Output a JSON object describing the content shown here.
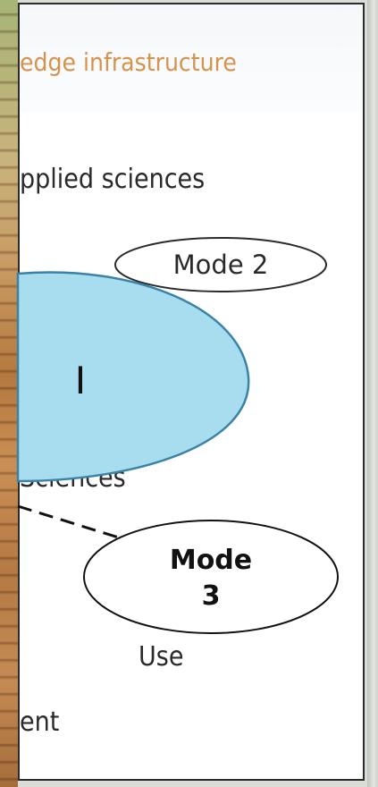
{
  "diagram": {
    "heading": "edge infrastructure",
    "applied_label": "pplied sciences",
    "sciences_label": "Sciences",
    "use_label": "Use",
    "ent_label": "ent",
    "mode2_label": "Mode 2",
    "mode3_line1": "Mode",
    "mode3_line2": "3",
    "ellipse_text": "I",
    "colors": {
      "heading": "#d5934e",
      "ellipse_fill": "#a8dcef",
      "ellipse_stroke": "#3a83a6",
      "text": "#2a2a2a"
    }
  }
}
